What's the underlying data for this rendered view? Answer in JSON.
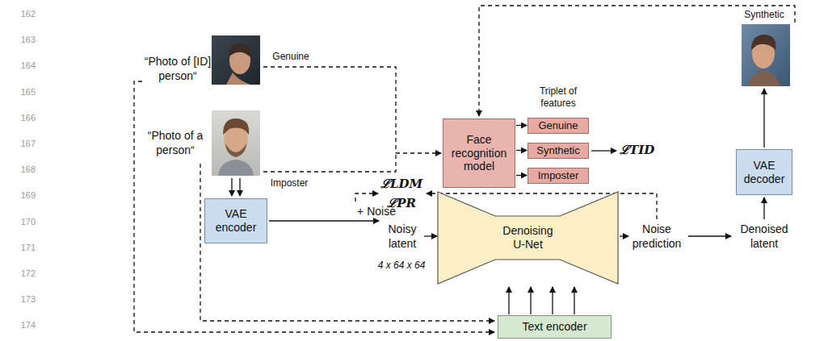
{
  "diagram": {
    "nodes": [
      {
        "text": [
          "Face recognition model"
        ]
      },
      {
        "text": [
          "Genuine"
        ]
      },
      {
        "text": [
          "Synthetic"
        ]
      },
      {
        "text": [
          "Imposter"
        ]
      },
      {
        "text": [
          "VAE encoder"
        ]
      },
      {
        "text": [
          "Denoising U-Net"
        ]
      },
      {
        "text": [
          "VAE decoder"
        ]
      },
      {
        "text": [
          "Text encoder"
        ]
      }
    ],
    "edges": [
      {
        "from": 0,
        "to": 1,
        "arrow": "to"
      },
      {
        "from": 0,
        "to": 2,
        "arrow": "to"
      },
      {
        "from": 0,
        "to": 3,
        "arrow": "to"
      },
      {
        "from": 7,
        "to": 5,
        "arrow": "to"
      },
      {
        "from": 7,
        "to": 5,
        "arrow": "to"
      },
      {
        "from": 7,
        "to": 5,
        "arrow": "to"
      },
      {
        "from": 7,
        "to": 5,
        "arrow": "to"
      }
    ],
    "labels": [
      "162",
      "163",
      "164",
      "165",
      "166",
      "167",
      "168",
      "169",
      "170",
      "171",
      "172",
      "173",
      "174",
      "“Photo of [ID] person“",
      "“Photo of a person“",
      "Genuine",
      "Imposter",
      "Synthetic",
      "Triplet of features",
      "ℒTID",
      "ℒLDM",
      "ℒPR",
      "+ Noise",
      "Noisy latent",
      "4 x 64 x 64",
      "Noise prediction",
      "Denoised latent"
    ]
  }
}
